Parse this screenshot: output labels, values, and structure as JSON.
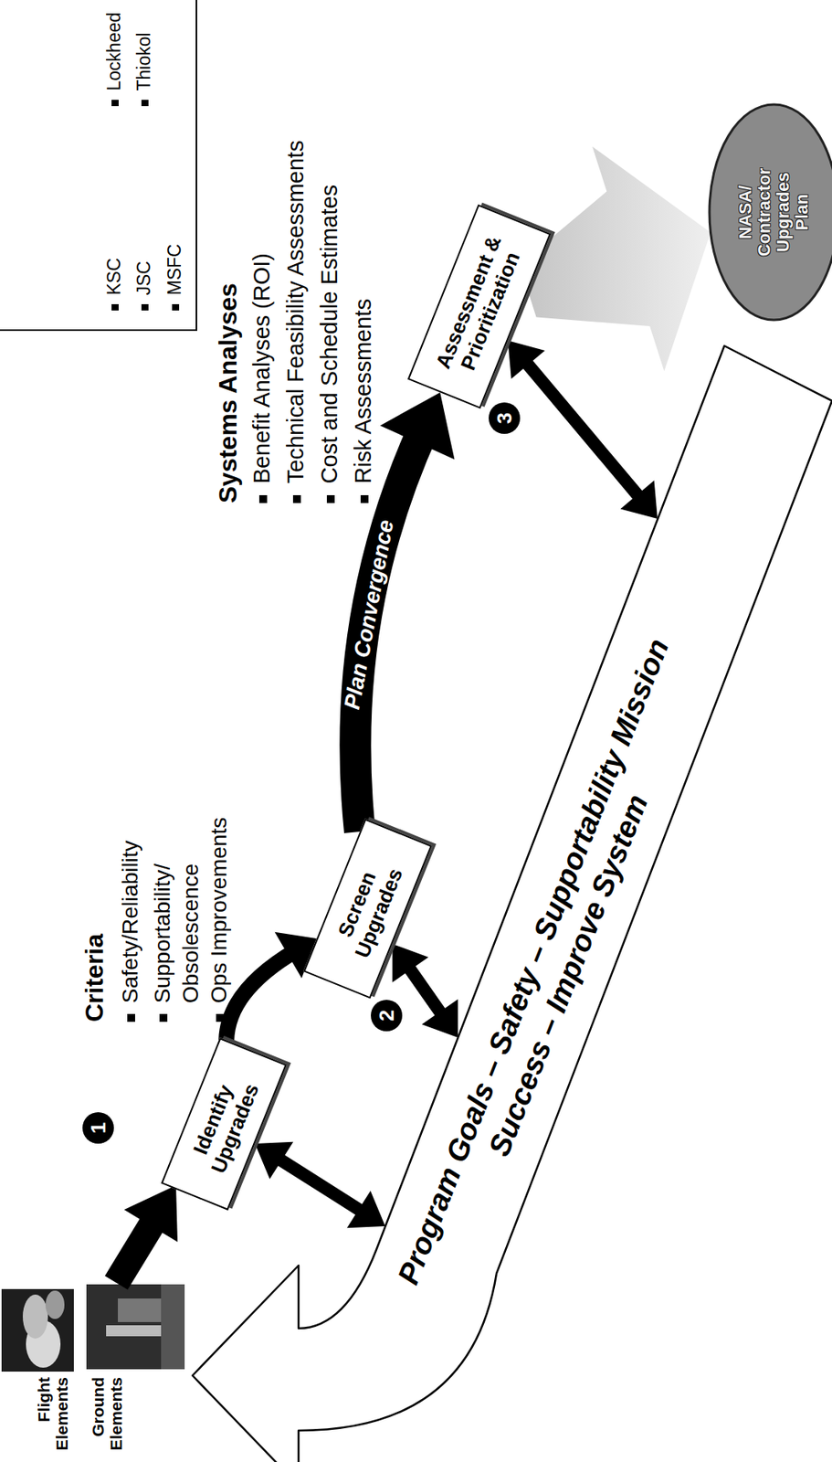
{
  "diagram": {
    "nodes": [
      {
        "text": [
          "Identify Upgrades"
        ]
      },
      {
        "text": [
          "Screen Upgrades"
        ]
      },
      {
        "text": [
          "Assessment & Prioritization"
        ]
      },
      {
        "text": [
          "NASA/ Contractor Upgrades Plan"
        ]
      },
      {
        "text": [
          "Program Goals – Safety – Supportability Mission Success – Improve System"
        ]
      }
    ],
    "edges": [
      {
        "from": 0,
        "to": 1,
        "arrow": "to"
      },
      {
        "from": 1,
        "to": 2,
        "label": "Plan Convergence",
        "arrow": "to"
      },
      {
        "from": 2,
        "to": 3,
        "arrow": "to"
      },
      {
        "from": 0,
        "to": 4,
        "arrow": "both"
      },
      {
        "from": 1,
        "to": 4,
        "arrow": "both"
      },
      {
        "from": 2,
        "to": 4,
        "arrow": "both"
      }
    ],
    "labels": [
      "Flight Elements",
      "Ground Elements",
      "1",
      "2",
      "3",
      "Criteria",
      "Safety/Reliability",
      "Supportability/ Obsolescence",
      "Ops Improvements",
      "Systems Analyses",
      "Benefit Analyses (ROI)",
      "Technical Feasibility Assessments",
      "Cost and Schedule Estimates",
      "Risk Assessments",
      "KSC",
      "JSC",
      "MSFC",
      "Lockheed",
      "Thiokol"
    ]
  }
}
